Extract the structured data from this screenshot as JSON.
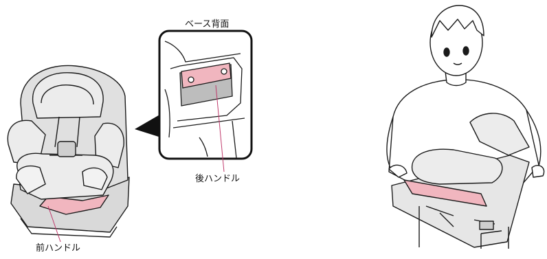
{
  "labels": {
    "base_back": "ベース背面",
    "rear_handle": "後ハンドル",
    "front_handle": "前ハンドル"
  },
  "colors": {
    "stroke": "#1a1a1a",
    "seat_fill": "#e6e6e6",
    "seat_shade": "#c8c8c8",
    "handle_highlight": "#f1b6bf",
    "window_fill": "#bdbdbd"
  },
  "icons": {
    "seat_left": "car-seat-illustration",
    "detail": "base-back-detail-zoom",
    "person": "person-carrying-seat-illustration"
  }
}
